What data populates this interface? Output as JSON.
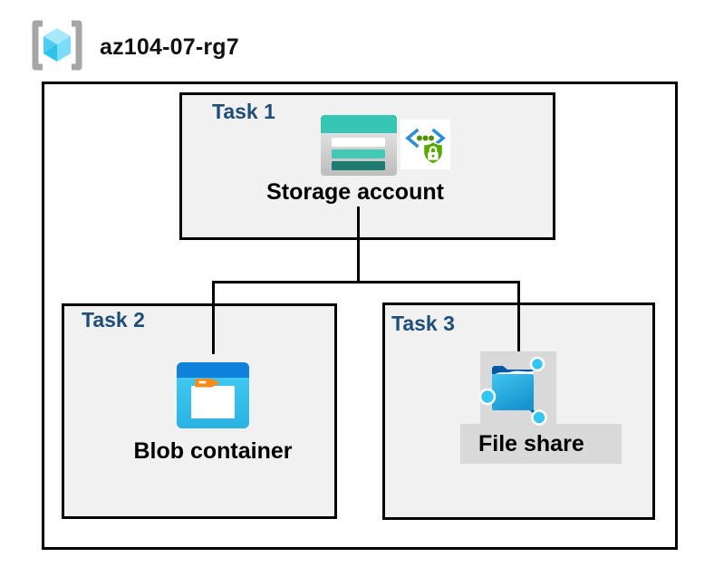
{
  "header": {
    "title": "az104-07-rg7",
    "icon": "resource-group-icon"
  },
  "tasks": [
    {
      "label": "Task 1",
      "node": {
        "label": "Storage account",
        "icons": [
          "storage-account-icon",
          "secure-access-icon"
        ]
      }
    },
    {
      "label": "Task 2",
      "node": {
        "label": "Blob container",
        "icons": [
          "blob-container-icon"
        ]
      }
    },
    {
      "label": "Task 3",
      "node": {
        "label": "File share",
        "icons": [
          "file-share-icon"
        ]
      }
    }
  ],
  "colors": {
    "task_label_navy": "#1f4e79",
    "task_box_fill": "#f1f1f1",
    "border_black": "#000000",
    "storage_teal": "#37c6b4",
    "storage_teal_mid": "#41c9b6",
    "storage_teal_dark": "#1f7a6f",
    "blob_band_blue": "#1182db",
    "blob_body_cyan": "#3cc8f2",
    "folder_tag_orange": "#f68c1e",
    "fileshare_dark_blue": "#0059a7",
    "fileshare_cyan": "#2fc0ea",
    "node_circle_cyan": "#33c6f3",
    "shield_green": "#5aa802",
    "chevron_blue": "#2f8fd6",
    "bracket_gray": "#a6a6a6",
    "cube_light": "#a7e9fb",
    "cube_mid": "#4ecdf3",
    "label_backdrop_gray": "#d9d9d9"
  }
}
